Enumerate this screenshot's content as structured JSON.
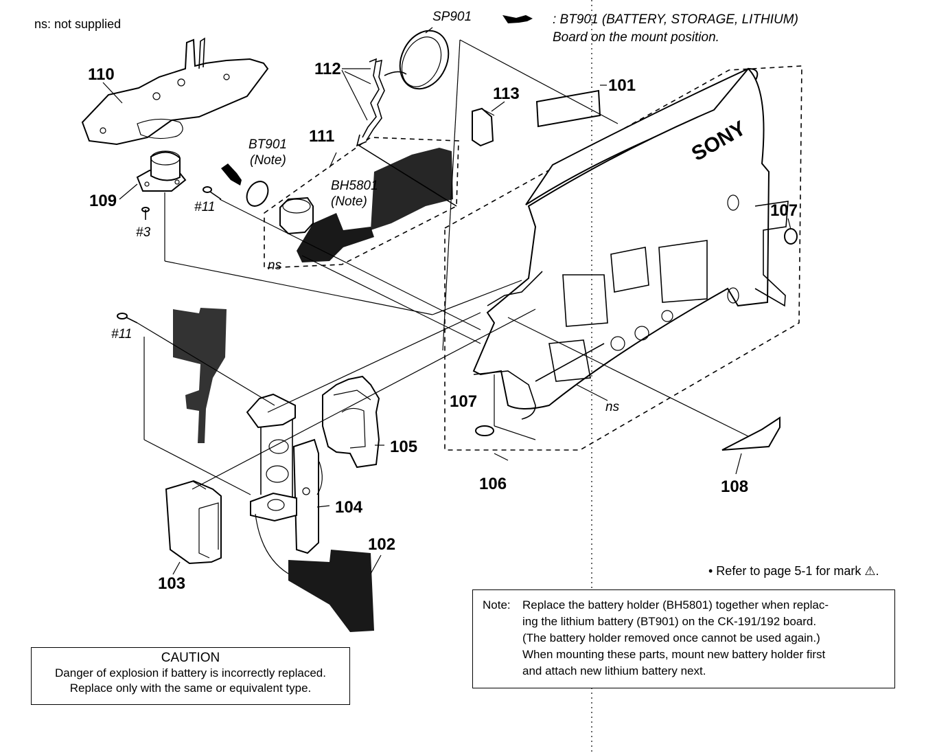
{
  "header": {
    "ns_note": "ns: not supplied",
    "legend_line1": ":  BT901 (BATTERY, STORAGE, LITHIUM)",
    "legend_line2": "Board on the mount position."
  },
  "parts": {
    "p101": "101",
    "p102": "102",
    "p103": "103",
    "p104": "104",
    "p105": "105",
    "p106": "106",
    "p107a": "107",
    "p107b": "107",
    "p108": "108",
    "p109": "109",
    "p110": "110",
    "p111": "111",
    "p112": "112",
    "p113": "113"
  },
  "refs": {
    "sp901": "SP901",
    "bt901": "BT901",
    "bt901_note": "(Note)",
    "bh5801": "BH5801",
    "bh5801_note": "(Note)",
    "screw11a": "#11",
    "screw11b": "#11",
    "screw3": "#3",
    "ns_a": "ns",
    "ns_b": "ns",
    "brand": "SONY"
  },
  "refer_text": "• Refer to page 5-1 for mark ⚠.",
  "caution": {
    "title": "CAUTION",
    "line1": "Danger of explosion if battery is incorrectly replaced.",
    "line2": "Replace only with the same or equivalent type."
  },
  "note": {
    "label": "Note:",
    "text": "Replace the battery holder (BH5801) together when replac-\ning the lithium battery (BT901) on the CK-191/192 board.\n(The battery holder removed once cannot be used again.)\nWhen mounting these parts, mount new battery holder first\nand attach new lithium battery next."
  }
}
